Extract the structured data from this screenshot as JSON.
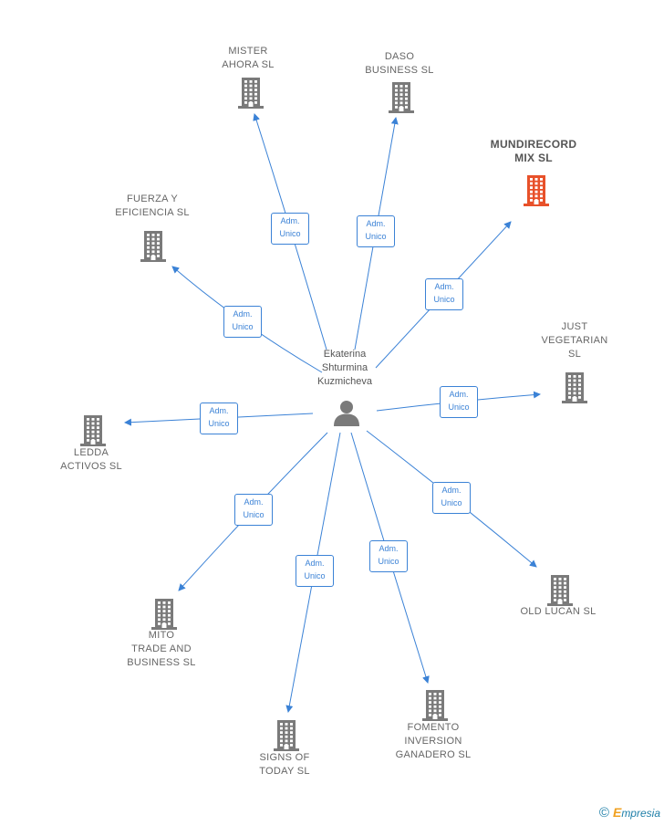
{
  "center": {
    "name_lines": [
      "Ekaterina",
      "Shturmina",
      "Kuzmicheva"
    ],
    "icon": "person-icon"
  },
  "edge_label_lines": [
    "Adm.",
    "Unico"
  ],
  "companies": [
    {
      "id": "mister-ahora",
      "lines": [
        "MISTER",
        "AHORA  SL"
      ],
      "highlight": false
    },
    {
      "id": "daso-business",
      "lines": [
        "DASO",
        "BUSINESS  SL"
      ],
      "highlight": false
    },
    {
      "id": "mundirecord-mix",
      "lines": [
        "MUNDIRECORD",
        "MIX  SL"
      ],
      "highlight": true
    },
    {
      "id": "fuerza-y-eficiencia",
      "lines": [
        "FUERZA Y",
        "EFICIENCIA  SL"
      ],
      "highlight": false
    },
    {
      "id": "just-vegetarian",
      "lines": [
        "JUST",
        "VEGETARIAN",
        "SL"
      ],
      "highlight": false
    },
    {
      "id": "ledda-activos",
      "lines": [
        "LEDDA",
        "ACTIVOS  SL"
      ],
      "highlight": false
    },
    {
      "id": "old-lucan",
      "lines": [
        "OLD LUCAN  SL"
      ],
      "highlight": false
    },
    {
      "id": "mito-trade",
      "lines": [
        "MITO",
        "TRADE AND",
        "BUSINESS  SL"
      ],
      "highlight": false
    },
    {
      "id": "fomento-inversion",
      "lines": [
        "FOMENTO",
        "INVERSION",
        "GANADERO  SL"
      ],
      "highlight": false
    },
    {
      "id": "signs-of-today",
      "lines": [
        "SIGNS OF",
        "TODAY  SL"
      ],
      "highlight": false
    }
  ],
  "colors": {
    "edge": "#3b82d6",
    "building": "#7a7a7a",
    "building_highlight": "#e8512a",
    "person": "#7a7a7a"
  },
  "footer": {
    "copyright": "©",
    "brand_initial": "E",
    "brand_rest": "mpresia"
  }
}
